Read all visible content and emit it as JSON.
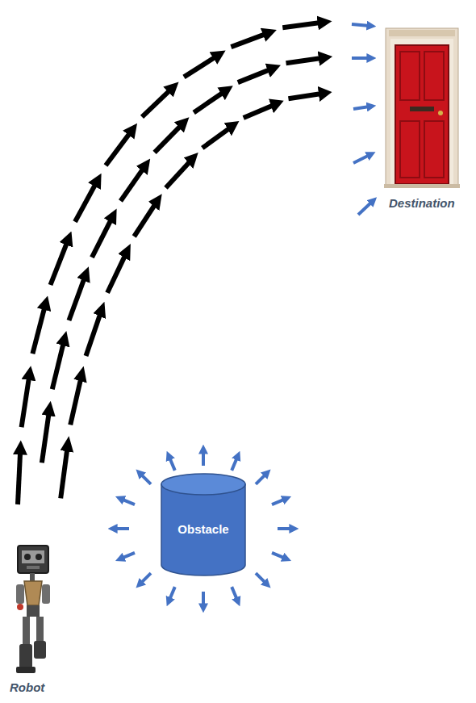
{
  "diagram": {
    "nodes": [
      {
        "text": [
          "Obstacle"
        ]
      }
    ],
    "labels": [
      "Robot",
      "Destination"
    ]
  }
}
